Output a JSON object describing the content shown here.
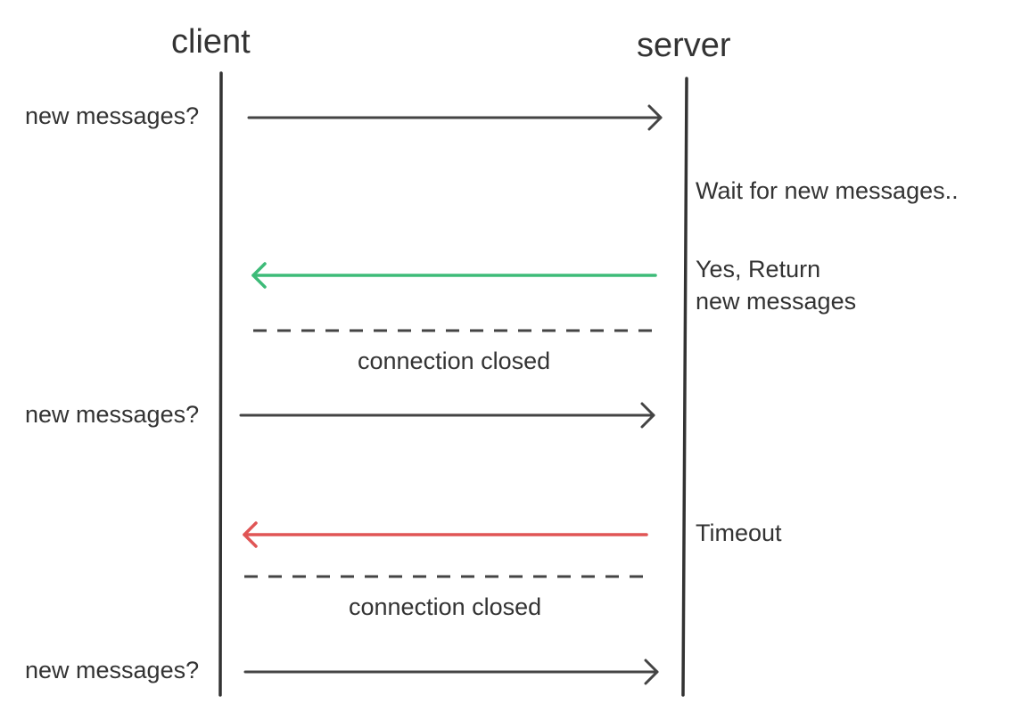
{
  "participants": {
    "client": "client",
    "server": "server"
  },
  "messages": {
    "request_1": "new messages?",
    "request_2": "new messages?",
    "request_3": "new messages?"
  },
  "server_notes": {
    "wait": "Wait for new messages..",
    "response_line_1": "Yes, Return",
    "response_line_2": "new messages",
    "timeout": "Timeout"
  },
  "separators": {
    "closed_1": "connection closed",
    "closed_2": "connection closed"
  },
  "colors": {
    "lifeline": "#333333",
    "request_arrow": "#444444",
    "response_success": "#3dbb78",
    "response_timeout": "#e05555",
    "separator": "#444444"
  }
}
